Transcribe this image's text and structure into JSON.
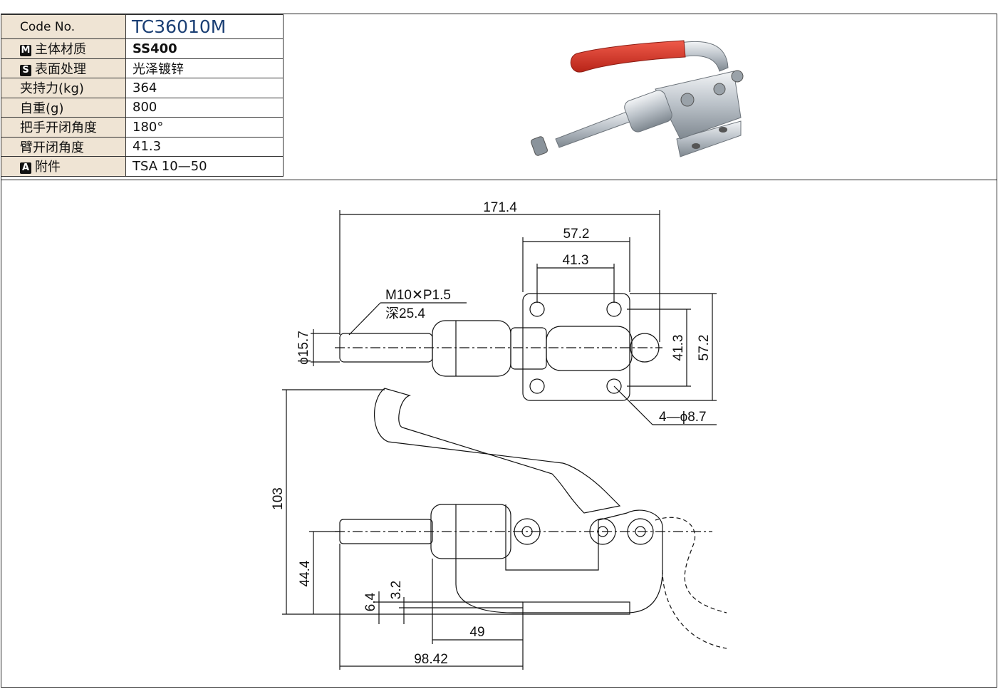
{
  "spec_table": {
    "code_label": "Code No.",
    "code_value": "TC36010M",
    "rows": [
      {
        "badge": "M",
        "label": "主体材质",
        "value": "SS400"
      },
      {
        "badge": "S",
        "label": "表面处理",
        "value": "光泽镀锌"
      },
      {
        "badge": "",
        "label": "夹持力(kg)",
        "value": "364"
      },
      {
        "badge": "",
        "label": "自重(g)",
        "value": "800"
      },
      {
        "badge": "",
        "label": "把手开闭角度",
        "value": "180°"
      },
      {
        "badge": "",
        "label": "臂开闭角度",
        "value": "41.3"
      },
      {
        "badge": "A",
        "label": "附件",
        "value": "TSA 10—50"
      }
    ]
  },
  "drawing": {
    "dim_overall_length": "171.4",
    "dim_base_width": "57.2",
    "dim_hole_spacing": "41.3",
    "thread_spec": "M10✕P1.5",
    "thread_depth": "深25.4",
    "dim_plunger_dia": "ϕ15.7",
    "dim_hole_spacing_v": "41.3",
    "dim_base_width_v": "57.2",
    "holes_note": "4—ϕ8.7",
    "dim_height": "103",
    "dim_center_height": "44.4",
    "dim_base_thick": "6.4",
    "dim_offset": "3.2",
    "dim_49": "49",
    "dim_98": "98.42"
  },
  "colors": {
    "handle_grip": "#d93a2b",
    "table_header_bg": "#efe4d4",
    "code_text": "#1b3f74"
  }
}
